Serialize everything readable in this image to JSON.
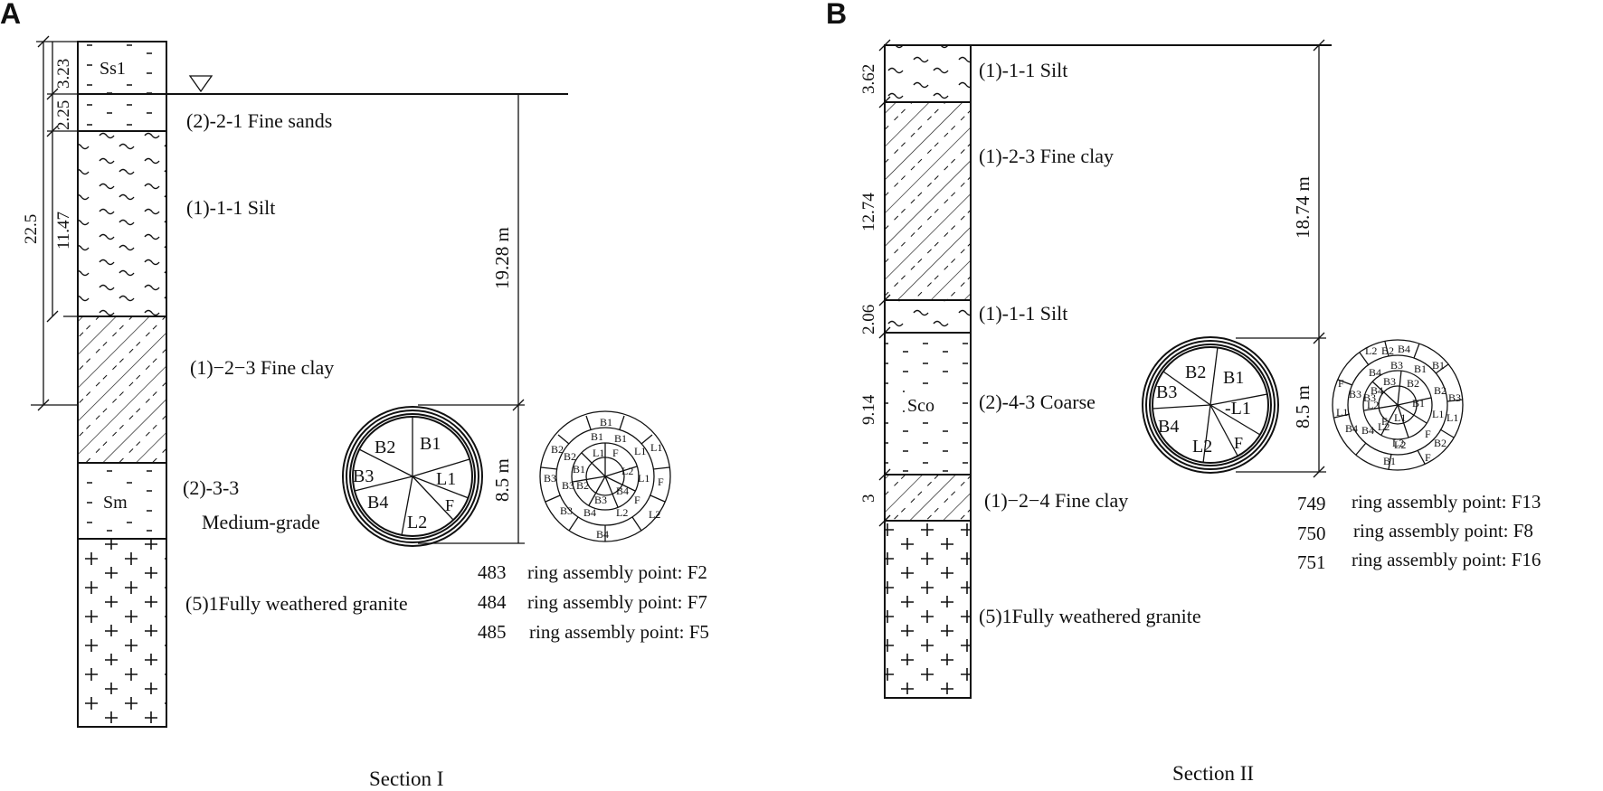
{
  "panels": {
    "a": {
      "letter": "A",
      "section_title": "Section I",
      "water_table_icon": "inverted-triangle-icon",
      "layers": [
        {
          "code": "Ss1",
          "thickness": "3.23",
          "name": "",
          "pattern": "sand"
        },
        {
          "code": "",
          "thickness": "2.25",
          "name": "(2)-2-1 Fine sands",
          "pattern": "sand"
        },
        {
          "code": "",
          "thickness": "11.47",
          "name": "(1)-1-1 Silt",
          "pattern": "silt"
        },
        {
          "code": "",
          "thickness": "",
          "name": "(1)−2−3 Fine clay",
          "pattern": "clay"
        },
        {
          "code": "Sm",
          "thickness": "",
          "name": "(2)-3-3",
          "name_line2": "Medium-grade",
          "pattern": "sand"
        },
        {
          "code": "",
          "thickness": "",
          "name": "(5)1Fully weathered granite",
          "pattern": "granite"
        }
      ],
      "total_dim": "22.5",
      "depth_to_tunnel": "19.28 m",
      "tunnel_diameter": "8.5 m",
      "ring_segments": [
        "B2",
        "B1",
        "L1",
        "F",
        "L2",
        "B4",
        "B3"
      ],
      "assembly_diagram": {
        "inner": [
          "L1",
          "F",
          "L2",
          "B4",
          "B3",
          "B2",
          "B1"
        ],
        "middle": [
          "B1",
          "L1",
          "L1",
          "F",
          "L2",
          "B4",
          "B3",
          "B2",
          "B3",
          "B1"
        ],
        "outer": [
          "B1",
          "L1",
          "F",
          "L2",
          "B4",
          "B3",
          "B2"
        ]
      },
      "ring_assembly": [
        {
          "ring": "483",
          "text": "ring assembly point: F2"
        },
        {
          "ring": "484",
          "text": "ring assembly point: F7"
        },
        {
          "ring": "485",
          "text": "ring assembly point: F5"
        }
      ]
    },
    "b": {
      "letter": "B",
      "section_title": "Section II",
      "layers": [
        {
          "code": "",
          "thickness": "3.62",
          "name": "(1)-1-1  Silt",
          "pattern": "silt"
        },
        {
          "code": "",
          "thickness": "12.74",
          "name": "(1)-2-3  Fine clay",
          "pattern": "clay"
        },
        {
          "code": "",
          "thickness": "2.06",
          "name": "(1)-1-1  Silt",
          "pattern": "silt"
        },
        {
          "code": "Sco",
          "thickness": "9.14",
          "name": "(2)-4-3 Coarse",
          "pattern": "sand"
        },
        {
          "code": "",
          "thickness": "3",
          "name": "(1)−2−4 Fine clay",
          "pattern": "clay"
        },
        {
          "code": "",
          "thickness": "",
          "name": "(5)1Fully weathered granite",
          "pattern": "granite"
        }
      ],
      "depth_to_tunnel": "18.74 m",
      "tunnel_diameter": "8.5 m",
      "ring_segments": [
        "B2",
        "B1",
        "-L1",
        "F",
        "L2",
        "B4",
        "B3"
      ],
      "assembly_diagram": {
        "inner": [
          "B3",
          "B2",
          "B1",
          "L1",
          "F",
          "L2",
          "B4"
        ],
        "middle": [
          "B4",
          "B3",
          "B2",
          "B1",
          "L1",
          "F",
          "L2",
          "B4",
          "B3",
          "B2",
          "L2"
        ],
        "outer": [
          "B4",
          "B1",
          "B3",
          "L1",
          "B2",
          "F",
          "B1",
          "L2",
          "B4",
          "L1",
          "F",
          "B3",
          "L2"
        ]
      },
      "ring_assembly": [
        {
          "ring": "749",
          "text": "ring assembly point: F13"
        },
        {
          "ring": "750",
          "text": "ring assembly point: F8"
        },
        {
          "ring": "751",
          "text": "ring assembly point: F16"
        }
      ]
    }
  }
}
